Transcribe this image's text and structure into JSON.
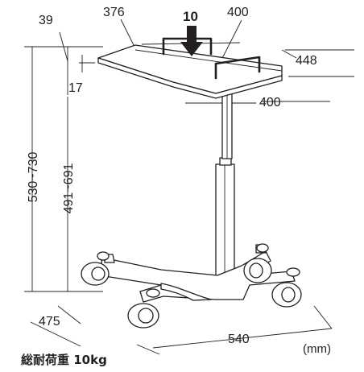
{
  "dimensions": {
    "tray_offset": "39",
    "tray_width": "376",
    "top_width": "400",
    "tray_depth": "448",
    "top_depth": "400",
    "tray_lip": "17",
    "height_overall": "530~730",
    "height_top": "491~691",
    "base_depth": "475",
    "base_width": "540"
  },
  "load_value": "10",
  "capacity_label": "総耐荷重 10kg",
  "unit_label": "(mm)"
}
